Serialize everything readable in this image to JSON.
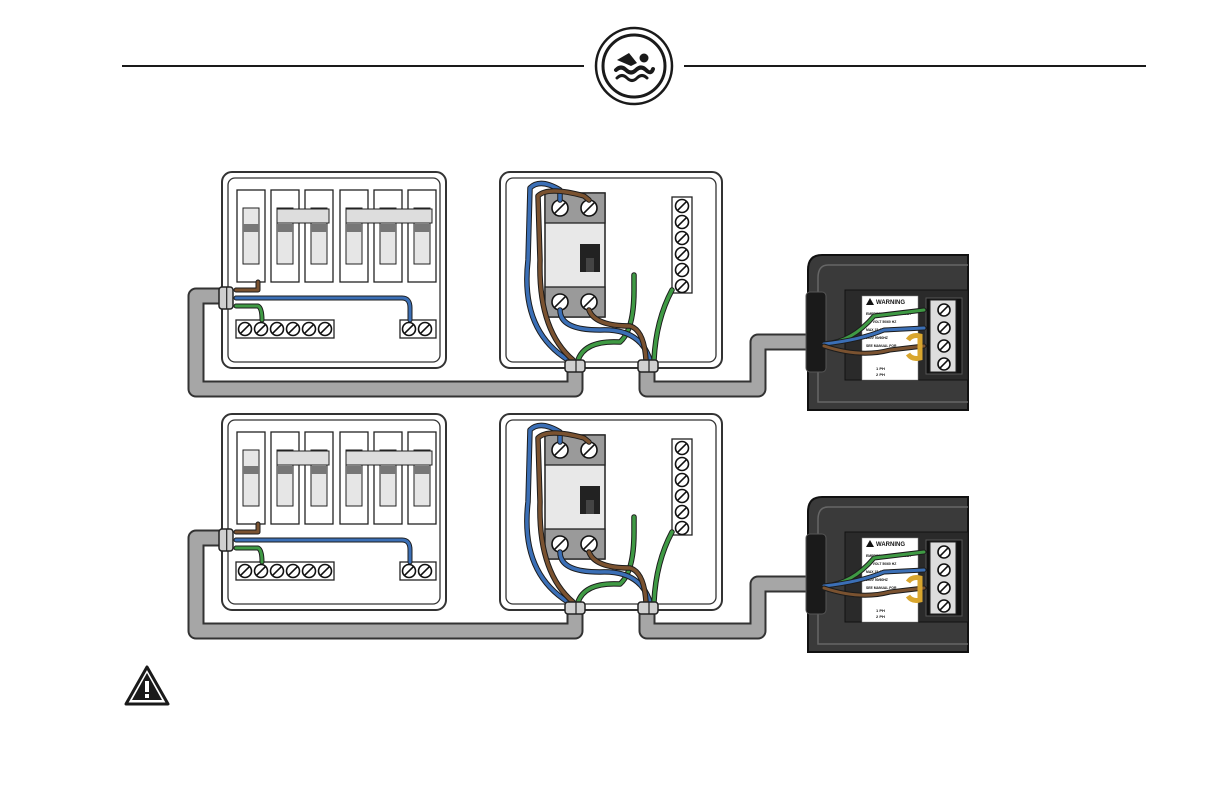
{
  "header": {
    "logo_icon": "swimmer-icon",
    "line_color": "#1a1a1a"
  },
  "diagrams": [
    {
      "panel_breakers": 6,
      "neutral_terminals": 6,
      "earth_terminals": 2,
      "isolator_terminal_strip": 6,
      "heater_terminals": 4,
      "warning_label": {
        "title": "WARNING",
        "lines": [
          "EMERGENCY DISCONNECT",
          "120 VOLT 50/60 HZ",
          "MAX 15 AMP",
          "230V 50/60HZ",
          "SEE MANUAL FOR"
        ],
        "footer": [
          "1 PH",
          "2 PH"
        ]
      }
    },
    {
      "panel_breakers": 6,
      "neutral_terminals": 6,
      "earth_terminals": 2,
      "isolator_terminal_strip": 6,
      "heater_terminals": 4,
      "warning_label": {
        "title": "WARNING",
        "lines": [
          "EMERGENCY DISCONNECT",
          "120 VOLT 50/60 HZ",
          "MAX 15 AMP",
          "230V 50/60HZ",
          "SEE MANUAL FOR"
        ],
        "footer": [
          "1 PH",
          "2 PH"
        ]
      }
    }
  ],
  "footer": {
    "warning_icon": "warning-triangle-icon"
  },
  "colors": {
    "live": "#7a5230",
    "neutral": "#3b6fb6",
    "earth": "#3f9a44",
    "cable": "#a6a6a6",
    "cable_outline": "#333333",
    "panel_border": "#333333",
    "breaker_fill": "#e6e6e6",
    "heater_body": "#3a3a3a",
    "bridge": "#d9a62e"
  }
}
